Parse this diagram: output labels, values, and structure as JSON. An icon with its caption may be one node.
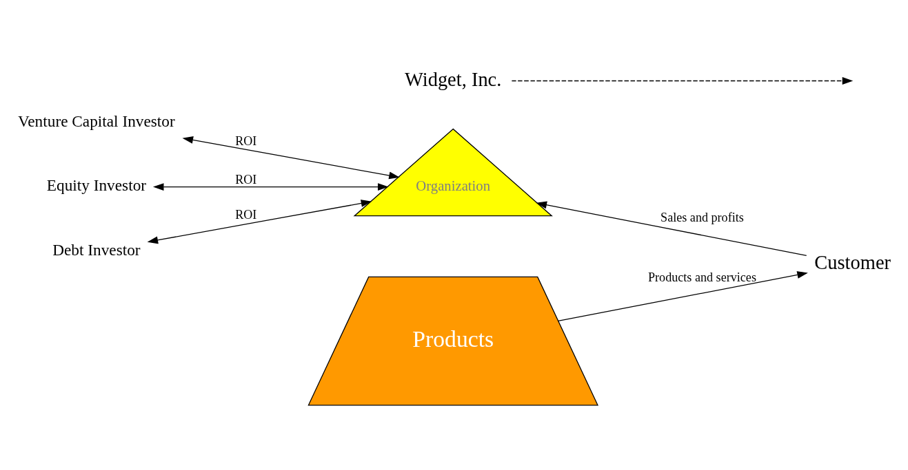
{
  "diagram": {
    "nodes": [
      {
        "text": [
          "Venture Capital Investor"
        ]
      },
      {
        "text": [
          "Equity Investor"
        ]
      },
      {
        "text": [
          "Debt Investor"
        ]
      },
      {
        "text": [
          "Organization"
        ]
      },
      {
        "text": [
          "Products"
        ]
      },
      {
        "text": [
          "Customer"
        ]
      },
      {
        "text": [
          "Widget, Inc."
        ]
      }
    ],
    "edges": [
      {
        "from": 0,
        "to": 3,
        "arrow": "both",
        "label": "ROI"
      },
      {
        "from": 1,
        "to": 3,
        "arrow": "both",
        "label": "ROI"
      },
      {
        "from": 2,
        "to": 3,
        "arrow": "both",
        "label": "ROI"
      },
      {
        "from": 5,
        "to": 3,
        "arrow": "to",
        "label": "Sales and profits"
      },
      {
        "from": 4,
        "to": 5,
        "arrow": "to",
        "label": "Products and services"
      },
      {
        "from": 6,
        "to": null,
        "arrow": "to",
        "style": "dashed"
      }
    ]
  }
}
